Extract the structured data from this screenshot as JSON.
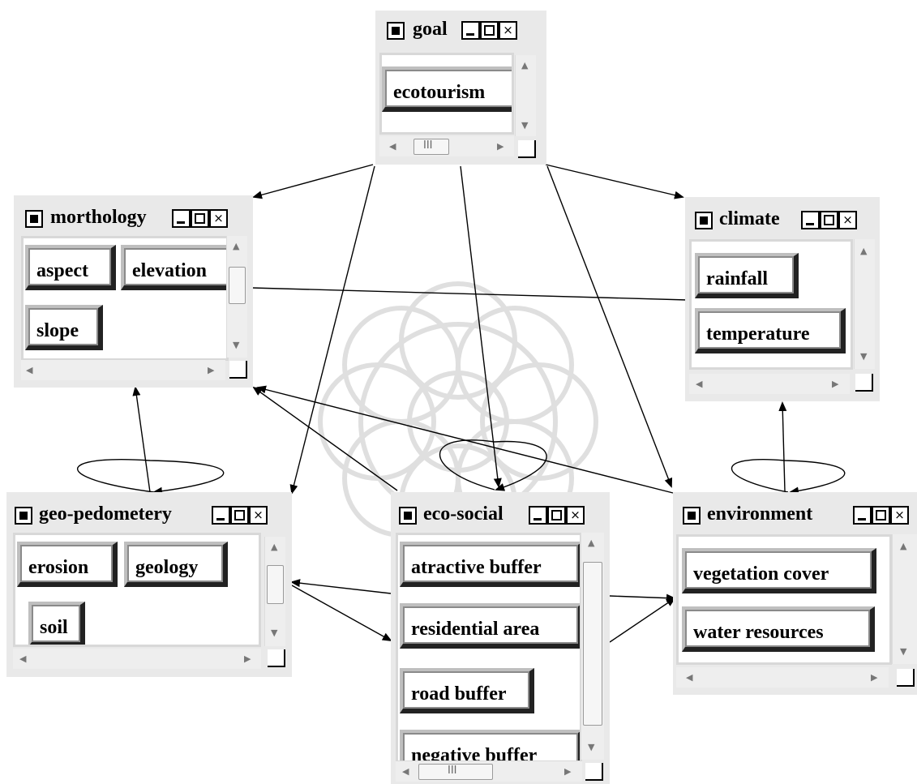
{
  "windows": {
    "goal": {
      "title": "goal",
      "chips": [
        "ecotourism"
      ]
    },
    "morthology": {
      "title": "morthology",
      "chips": [
        "aspect",
        "elevation",
        "slope"
      ]
    },
    "climate": {
      "title": "climate",
      "chips": [
        "rainfall",
        "temperature"
      ]
    },
    "geo_pedometery": {
      "title": "geo-pedometery",
      "chips": [
        "erosion",
        "geology",
        "soil"
      ]
    },
    "eco_social": {
      "title": "eco-social",
      "chips": [
        "atractive buffer",
        "residential area",
        "road buffer",
        "negative buffer"
      ]
    },
    "environment": {
      "title": "environment",
      "chips": [
        "vegetation cover",
        "water resources"
      ]
    }
  },
  "window_buttons": {
    "minimize": "-",
    "maximize": "□",
    "close": "×"
  },
  "scroll_arrows": {
    "up": "▲",
    "down": "▼",
    "left": "◀",
    "right": "▶",
    "grip": "III"
  },
  "colors": {
    "window_bg": "#e9e9e9",
    "edge": "#000000",
    "watermark": "#d6d6d6"
  }
}
